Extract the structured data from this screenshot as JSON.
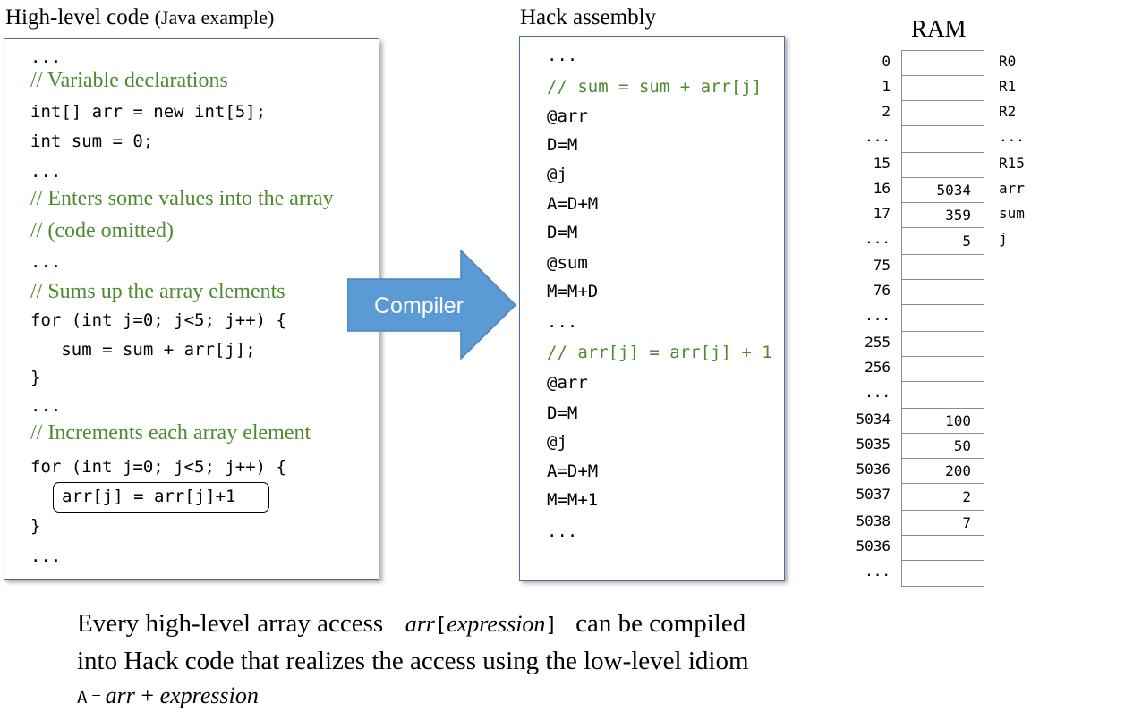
{
  "high_level": {
    "title": "High-level code",
    "subtitle": "(Java example)",
    "lines": [
      {
        "text": "...",
        "kind": "code"
      },
      {
        "text": "// Variable declarations",
        "kind": "comment"
      },
      {
        "text": "int[] arr = new int[5];",
        "kind": "code"
      },
      {
        "text": "int sum = 0;",
        "kind": "code"
      },
      {
        "text": "...",
        "kind": "code"
      },
      {
        "text": "// Enters some values into the array",
        "kind": "comment"
      },
      {
        "text": "// (code omitted)",
        "kind": "comment"
      },
      {
        "text": "...",
        "kind": "code"
      },
      {
        "text": "// Sums up the array elements",
        "kind": "comment"
      },
      {
        "text": "for (int j=0; j<5; j++) {",
        "kind": "code"
      },
      {
        "text": "   sum = sum + arr[j];",
        "kind": "code"
      },
      {
        "text": "}",
        "kind": "code"
      },
      {
        "text": "...",
        "kind": "code"
      },
      {
        "text": "// Increments each array element",
        "kind": "comment"
      },
      {
        "text": "for (int j=0; j<5; j++) {",
        "kind": "code"
      },
      {
        "text": "arr[j] = arr[j]+1",
        "kind": "highlight"
      },
      {
        "text": "}",
        "kind": "code"
      },
      {
        "text": "...",
        "kind": "code"
      }
    ]
  },
  "compiler_arrow": {
    "label": "Compiler",
    "color": "#5b9bd5"
  },
  "hack": {
    "title": "Hack assembly",
    "lines": [
      {
        "text": "...",
        "kind": "code"
      },
      {
        "text": "// sum = sum + arr[j]",
        "kind": "comment"
      },
      {
        "text": "@arr",
        "kind": "code"
      },
      {
        "text": "D=M",
        "kind": "code"
      },
      {
        "text": "@j",
        "kind": "code"
      },
      {
        "text": "A=D+M",
        "kind": "code"
      },
      {
        "text": "D=M",
        "kind": "code"
      },
      {
        "text": "@sum",
        "kind": "code"
      },
      {
        "text": "M=M+D",
        "kind": "code"
      },
      {
        "text": "...",
        "kind": "code"
      },
      {
        "text": "// arr[j] = arr[j] + 1",
        "kind": "comment"
      },
      {
        "text": "@arr",
        "kind": "code"
      },
      {
        "text": "D=M",
        "kind": "code"
      },
      {
        "text": "@j",
        "kind": "code"
      },
      {
        "text": "A=D+M",
        "kind": "code"
      },
      {
        "text": "M=M+1",
        "kind": "code"
      },
      {
        "text": "...",
        "kind": "code"
      }
    ]
  },
  "ram": {
    "title": "RAM",
    "rows": [
      {
        "addr": "0",
        "value": "",
        "label": "R0"
      },
      {
        "addr": "1",
        "value": "",
        "label": "R1"
      },
      {
        "addr": "2",
        "value": "",
        "label": "R2"
      },
      {
        "addr": "...",
        "value": "",
        "label": "..."
      },
      {
        "addr": "15",
        "value": "",
        "label": "R15"
      },
      {
        "addr": "16",
        "value": "5034",
        "label": "arr"
      },
      {
        "addr": "17",
        "value": "359",
        "label": "sum"
      },
      {
        "addr": "...",
        "value": "5",
        "label": "j"
      },
      {
        "addr": "75",
        "value": "",
        "label": ""
      },
      {
        "addr": "76",
        "value": "",
        "label": ""
      },
      {
        "addr": "...",
        "value": "",
        "label": ""
      },
      {
        "addr": "255",
        "value": "",
        "label": ""
      },
      {
        "addr": "256",
        "value": "",
        "label": ""
      },
      {
        "addr": "...",
        "value": "",
        "label": ""
      },
      {
        "addr": "5034",
        "value": "100",
        "label": ""
      },
      {
        "addr": "5035",
        "value": "50",
        "label": ""
      },
      {
        "addr": "5036",
        "value": "200",
        "label": ""
      },
      {
        "addr": "5037",
        "value": "2",
        "label": ""
      },
      {
        "addr": "5038",
        "value": "7",
        "label": ""
      },
      {
        "addr": "5036",
        "value": "",
        "label": ""
      },
      {
        "addr": "...",
        "value": "",
        "label": ""
      }
    ]
  },
  "footer": {
    "line1_a": "Every high-level array access",
    "line1_arr": "arr",
    "line1_lb": "[",
    "line1_expr": "expression",
    "line1_rb": "]",
    "line1_b": "can be compiled",
    "line2": "into Hack code that realizes the access using the low-level idiom",
    "line3_a": "A",
    "line3_eq": " = ",
    "line3_arr": "arr",
    "line3_plus": " + ",
    "line3_expr": "expression"
  }
}
